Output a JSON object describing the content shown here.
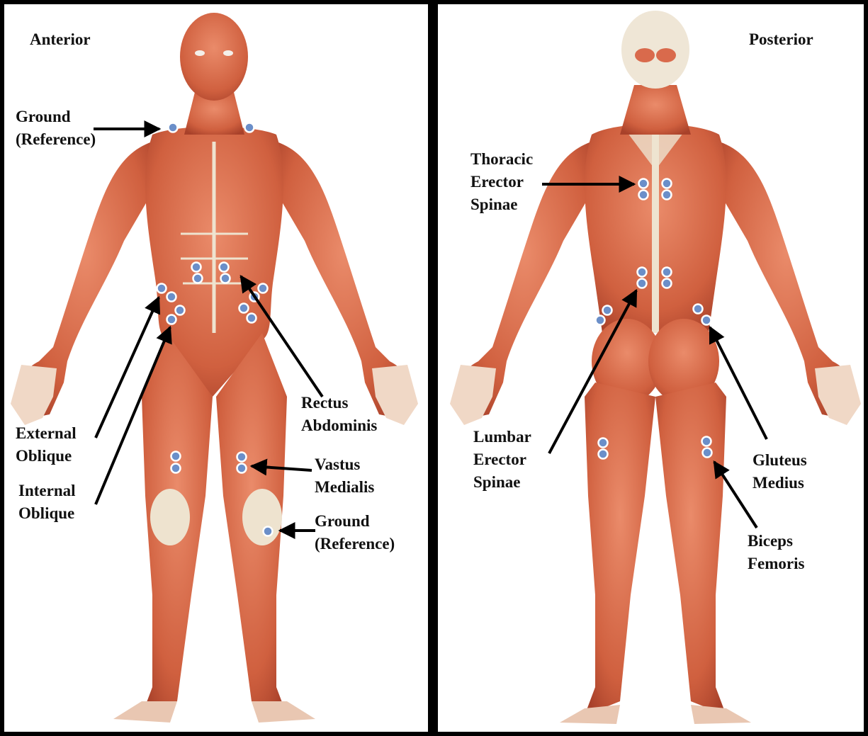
{
  "panels": {
    "anterior": {
      "title": "Anterior",
      "labels": {
        "ground_top": [
          "Ground",
          "(Reference)"
        ],
        "rectus_abdominis": [
          "Rectus",
          "Abdominis"
        ],
        "external_oblique": [
          "External",
          "Oblique"
        ],
        "internal_oblique": [
          "Internal",
          "Oblique"
        ],
        "vastus_medialis": [
          "Vastus",
          "Medialis"
        ],
        "ground_knee": [
          "Ground",
          "(Reference)"
        ]
      }
    },
    "posterior": {
      "title": "Posterior",
      "labels": {
        "thoracic_erector_spinae": [
          "Thoracic",
          "Erector",
          "Spinae"
        ],
        "lumbar_erector_spinae": [
          "Lumbar",
          "Erector",
          "Spinae"
        ],
        "gluteus_medius": [
          "Gluteus",
          "Medius"
        ],
        "biceps_femoris": [
          "Biceps",
          "Femoris"
        ]
      }
    }
  },
  "colors": {
    "frame": "#000000",
    "electrode_fill": "#6b8fc9",
    "electrode_stroke": "#ffffff",
    "muscle": "#d96a4c",
    "muscle_dark": "#b4452c",
    "tendon": "#eee3cf",
    "arrow": "#000000"
  }
}
